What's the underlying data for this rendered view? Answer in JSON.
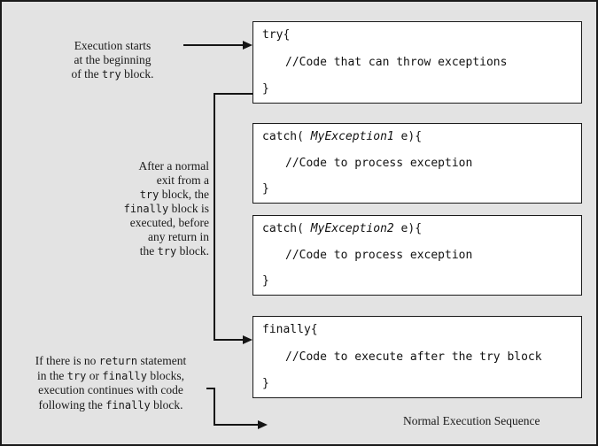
{
  "colors": {
    "background": "#e3e3e3",
    "box_background": "#ffffff",
    "line": "#151515",
    "text": "#1a1a1a"
  },
  "code_blocks": [
    {
      "open": "try{",
      "comment": "//Code that can throw exceptions",
      "close": "}"
    },
    {
      "open_pre": "catch( ",
      "exception": "MyException1",
      "open_post": " e){",
      "comment": "//Code to process exception",
      "close": "}"
    },
    {
      "open_pre": "catch( ",
      "exception": "MyException2",
      "open_post": " e){",
      "comment": "//Code to process exception",
      "close": "}"
    },
    {
      "open": "finally{",
      "comment": "//Code to execute after the try block",
      "close": "}"
    }
  ],
  "annotations": {
    "start": {
      "l1": "Execution starts",
      "l2": "at the beginning",
      "l3a": "of the ",
      "l3b": "try",
      "l3c": " block."
    },
    "finally_note": {
      "l1": "After a normal",
      "l2": "exit from a",
      "l3a": "try",
      "l3b": " block, the",
      "l4a": "finally",
      "l4b": " block is",
      "l5": "executed, before",
      "l6": "any return in",
      "l7a": "the ",
      "l7b": "try",
      "l7c": " block."
    },
    "continue_note": {
      "l1a": "If there is no ",
      "l1b": "return",
      "l1c": " statement",
      "l2a": "in the ",
      "l2b": "try",
      "l2c": " or ",
      "l2d": "finally",
      "l2e": " blocks,",
      "l3": "execution continues with code",
      "l4a": "following the ",
      "l4b": "finally",
      "l4c": " block."
    }
  },
  "footer": {
    "label": "Normal Execution Sequence"
  }
}
